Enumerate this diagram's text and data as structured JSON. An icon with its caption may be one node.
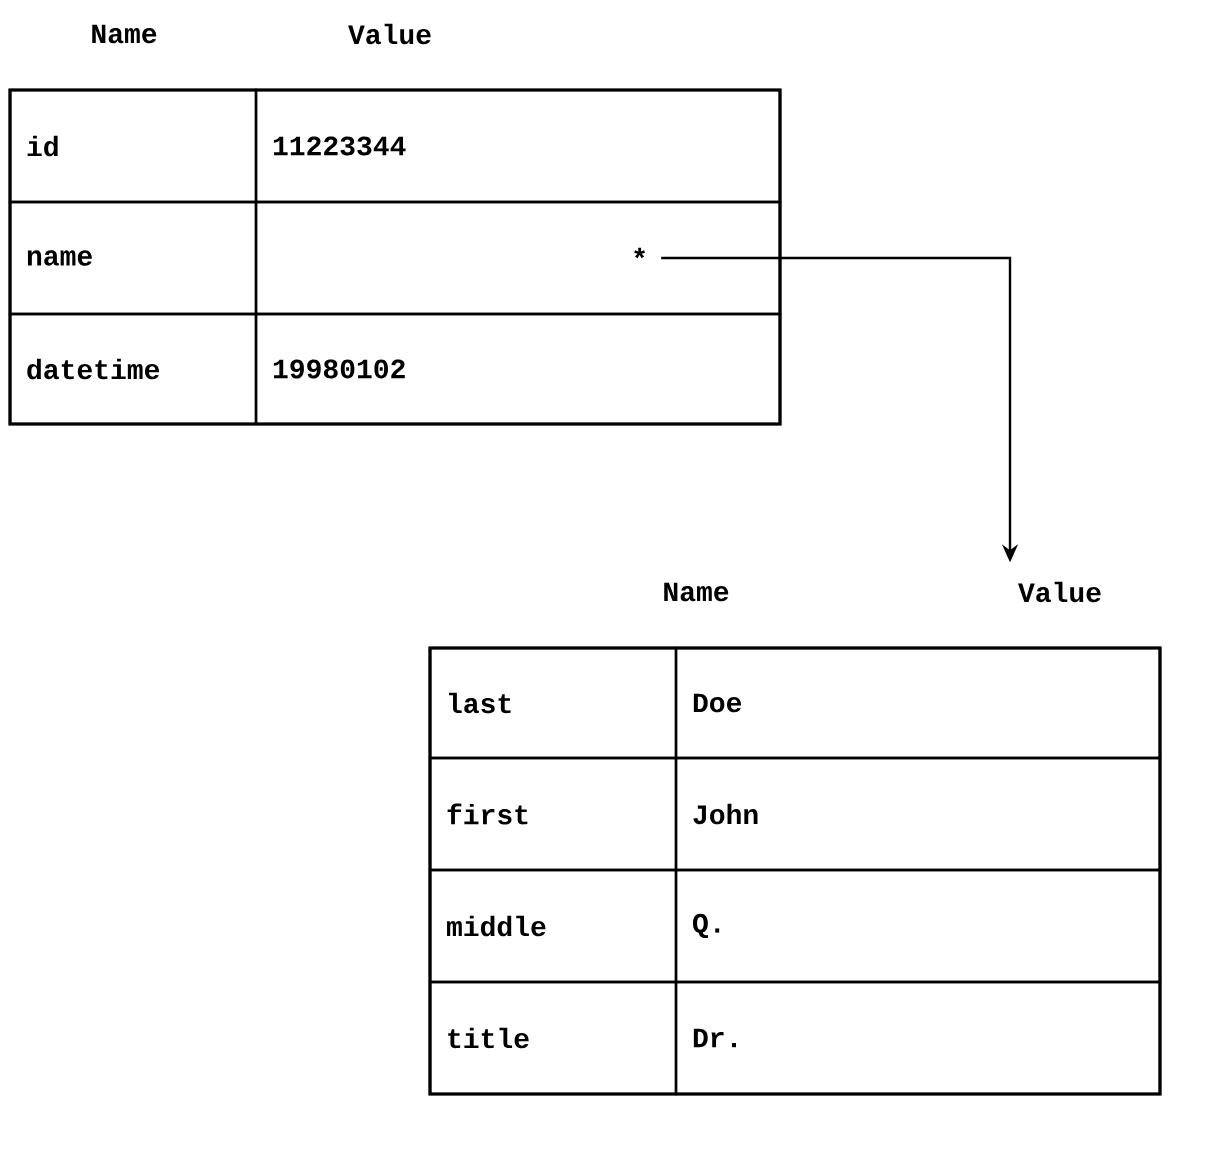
{
  "diagram": {
    "nodes": [
      {
        "text": [
          "Name",
          "Value"
        ]
      },
      {
        "text": [
          "id"
        ],
        "in": 0
      },
      {
        "text": [
          "11223344"
        ],
        "in": 0
      },
      {
        "text": [
          "name"
        ],
        "in": 0
      },
      {
        "text": [
          "*"
        ],
        "in": 0
      },
      {
        "text": [
          "datetime"
        ],
        "in": 0
      },
      {
        "text": [
          "19980102"
        ],
        "in": 0
      },
      {
        "text": [
          "Name",
          "Value"
        ]
      },
      {
        "text": [
          "last"
        ],
        "in": 7
      },
      {
        "text": [
          "Doe"
        ],
        "in": 7
      },
      {
        "text": [
          "first"
        ],
        "in": 7
      },
      {
        "text": [
          "John"
        ],
        "in": 7
      },
      {
        "text": [
          "middle"
        ],
        "in": 7
      },
      {
        "text": [
          "Q."
        ],
        "in": 7
      },
      {
        "text": [
          "title"
        ],
        "in": 7
      },
      {
        "text": [
          "Dr."
        ],
        "in": 7
      }
    ],
    "edges": [
      {
        "from": 4,
        "to": 7,
        "arrow": "to"
      }
    ]
  }
}
